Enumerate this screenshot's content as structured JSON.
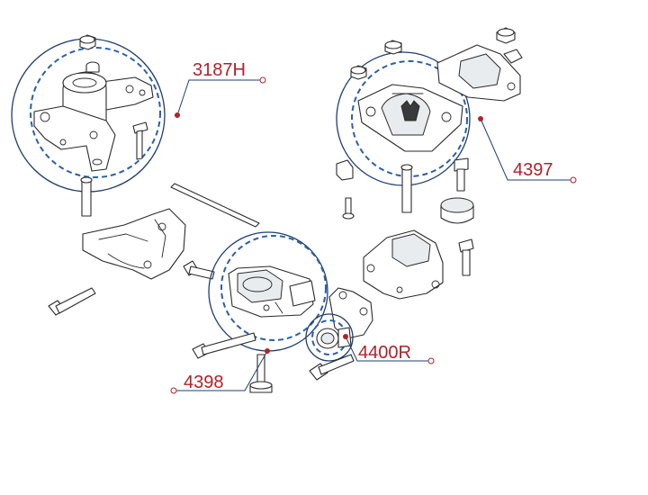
{
  "callouts": [
    {
      "id": "3187H",
      "text": "3187H"
    },
    {
      "id": "4397",
      "text": "4397"
    },
    {
      "id": "4398",
      "text": "4398"
    },
    {
      "id": "4400R",
      "text": "4400R"
    }
  ],
  "colors": {
    "ring": "#1f3f6e",
    "dash": "#2b5fa8",
    "label": "#b0222a",
    "line": "#2a2a2a"
  }
}
